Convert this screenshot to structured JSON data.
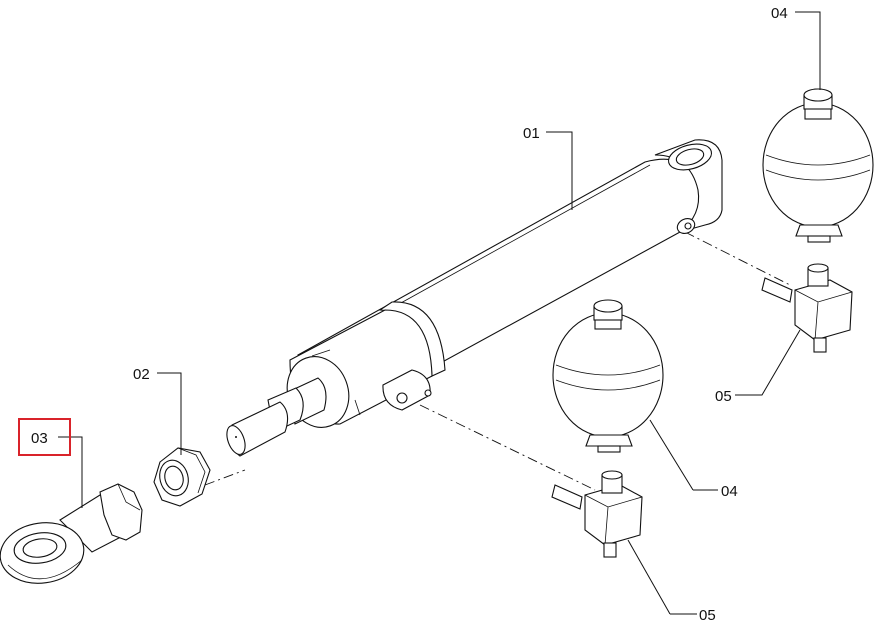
{
  "callouts": [
    {
      "id": "01",
      "label": "01"
    },
    {
      "id": "02",
      "label": "02"
    },
    {
      "id": "03",
      "label": "03"
    },
    {
      "id": "04a",
      "label": "04"
    },
    {
      "id": "04b",
      "label": "04"
    },
    {
      "id": "05a",
      "label": "05"
    },
    {
      "id": "05b",
      "label": "05"
    }
  ],
  "highlight": {
    "target": "03",
    "color": "#d9232a"
  }
}
